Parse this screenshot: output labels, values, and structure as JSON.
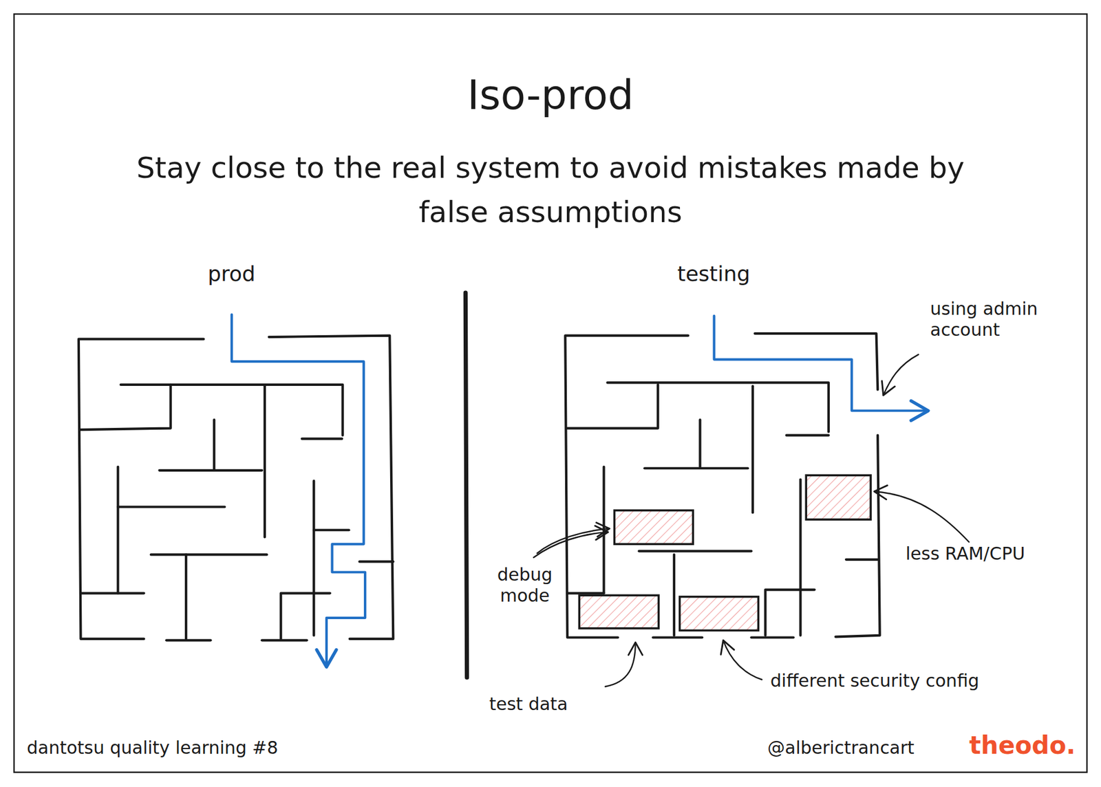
{
  "diagram": {
    "title": "Iso-prod",
    "caption": "Stay close to the real system to avoid mistakes made by false assumptions",
    "labels": [
      "prod",
      "testing",
      "using admin account",
      "less RAM/CPU",
      "debug mode",
      "test data",
      "different security config",
      "dantotsu quality learning #8",
      "@alberictrancart",
      "theodo."
    ]
  }
}
